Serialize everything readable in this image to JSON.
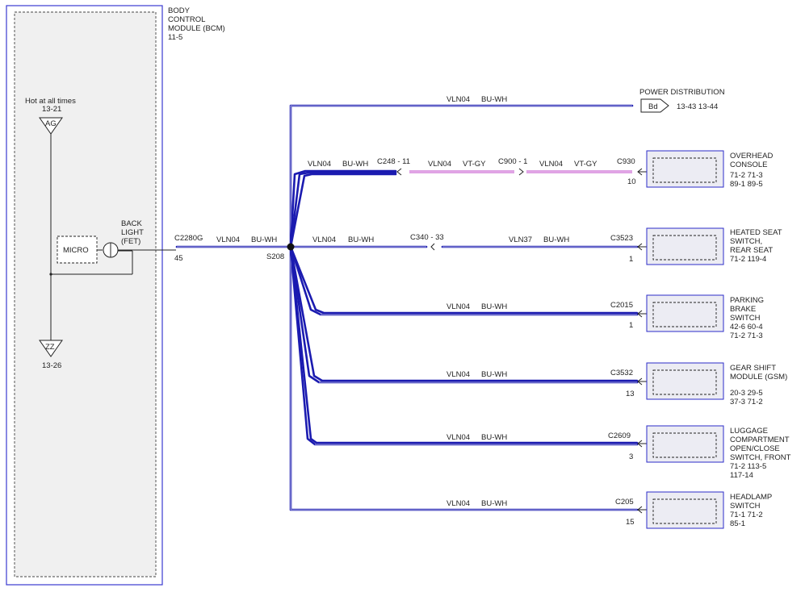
{
  "bcm": {
    "name_lines": [
      "BODY",
      "CONTROL",
      "MODULE (BCM)",
      "11-5"
    ],
    "hot_label": "Hot at all times",
    "hot_ref": "13-21",
    "fuse_ag": "AG",
    "ground_zz": "ZZ",
    "ground_ref": "13-26",
    "micro": "MICRO",
    "backlight_lines": [
      "BACK",
      "LIGHT",
      "(FET)"
    ],
    "connector": "C2280G",
    "pin": "45"
  },
  "splice": "S208",
  "main_wire": {
    "circuit": "VLN04",
    "color": "BU-WH"
  },
  "power_distribution": {
    "label": "POWER DISTRIBUTION",
    "circuit": "VLN04",
    "color": "BU-WH",
    "terminal": "Bd",
    "refs": "13-43  13-44"
  },
  "overhead": {
    "circuit1": "VLN04",
    "color1": "BU-WH",
    "conn1": "C248 - 11",
    "circuit2": "VLN04",
    "color2": "VT-GY",
    "conn2": "C900 - 1",
    "circuit3": "VLN04",
    "color3": "VT-GY",
    "conn3": "C930",
    "pin": "10",
    "name_lines": [
      "OVERHEAD",
      "CONSOLE"
    ],
    "refs": [
      "71-2    71-3",
      "89-1    89-5"
    ]
  },
  "heated_seat": {
    "circuit1": "VLN04",
    "color1": "BU-WH",
    "conn1": "C340  - 33",
    "circuit2": "VLN37",
    "color2": "BU-WH",
    "conn2": "C3523",
    "pin": "1",
    "name_lines": [
      "HEATED SEAT",
      "SWITCH,",
      "REAR SEAT"
    ],
    "refs": [
      "71-2    119-4"
    ]
  },
  "parking": {
    "circuit": "VLN04",
    "color": "BU-WH",
    "conn": "C2015",
    "pin": "1",
    "name_lines": [
      "PARKING",
      "BRAKE",
      "SWITCH"
    ],
    "refs": [
      "42-6    60-4",
      "71-2    71-3"
    ]
  },
  "gear": {
    "circuit": "VLN04",
    "color": "BU-WH",
    "conn": "C3532",
    "pin": "13",
    "name_lines": [
      "GEAR SHIFT",
      "MODULE (GSM)"
    ],
    "refs": [
      "20-3    29-5",
      "37-3    71-2"
    ]
  },
  "luggage": {
    "circuit": "VLN04",
    "color": "BU-WH",
    "conn": "C2609",
    "pin": "3",
    "name_lines": [
      "LUGGAGE",
      "COMPARTMENT",
      "OPEN/CLOSE",
      "SWITCH, FRONT"
    ],
    "refs": [
      "71-2    113-5",
      "117-14"
    ]
  },
  "headlamp": {
    "circuit": "VLN04",
    "color": "BU-WH",
    "conn": "C205",
    "pin": "15",
    "name_lines": [
      "HEADLAMP",
      "SWITCH"
    ],
    "refs": [
      "71-1    71-2",
      "85-1"
    ]
  }
}
